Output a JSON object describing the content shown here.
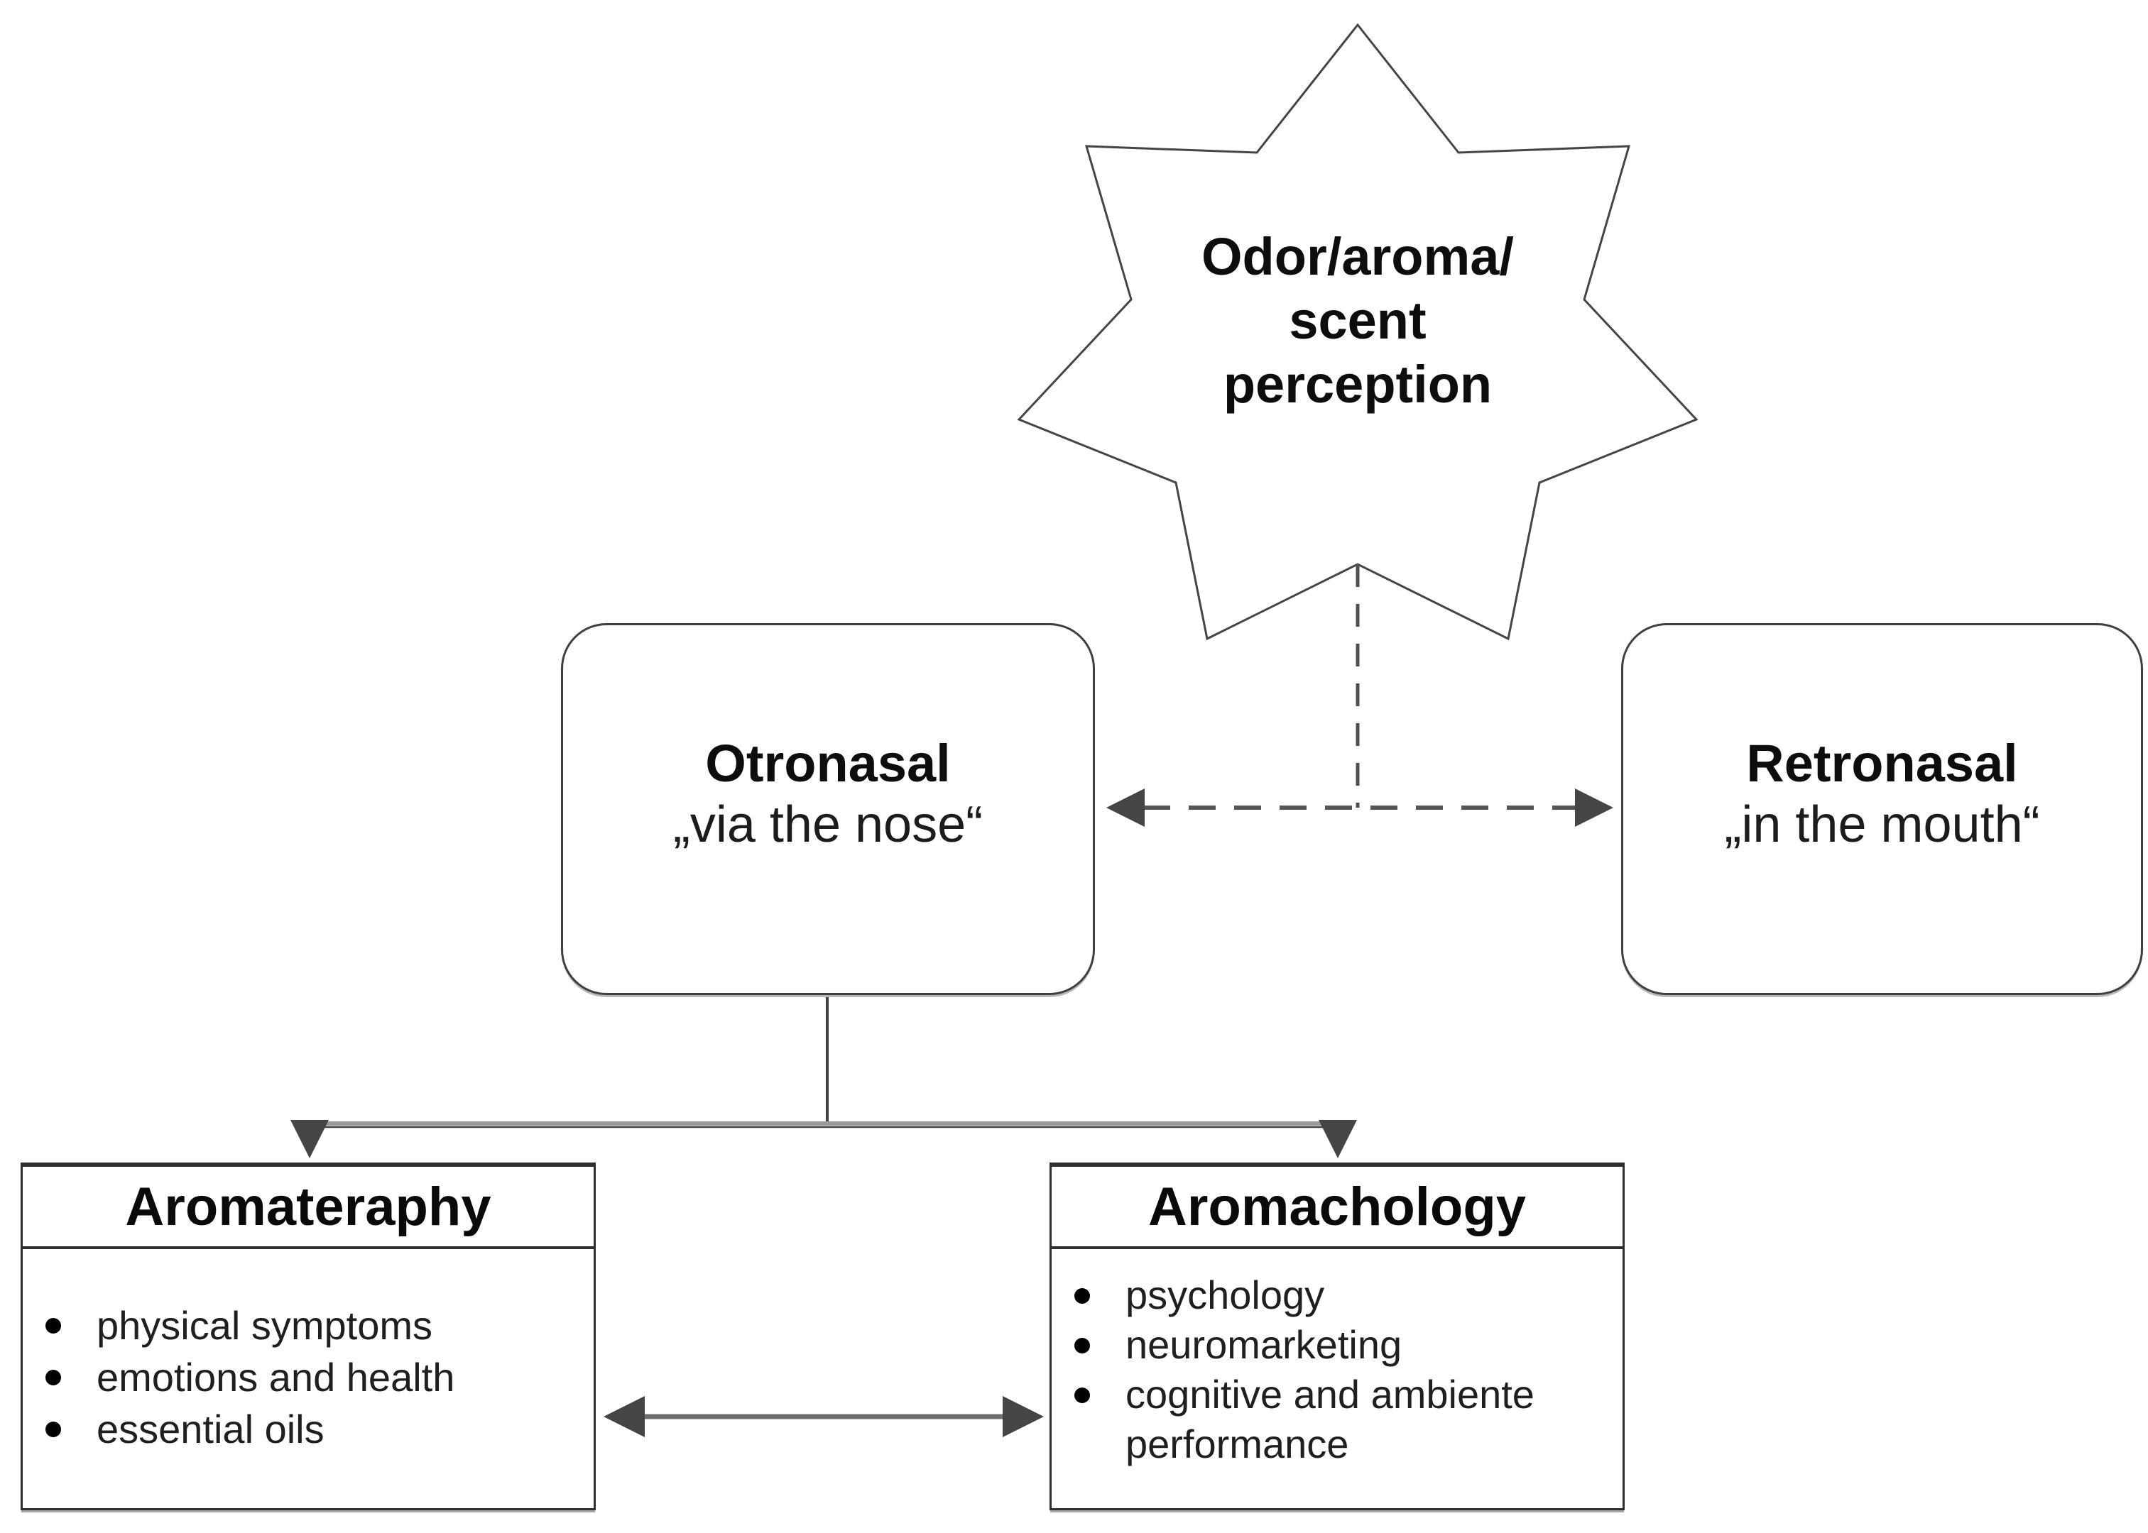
{
  "star": {
    "lines": [
      "Odor/aroma/",
      "scent",
      "perception"
    ]
  },
  "otronasal": {
    "title": "Otronasal",
    "subtitle": "„via the nose“"
  },
  "retronasal": {
    "title": "Retronasal",
    "subtitle": "„in the mouth“"
  },
  "aromatherapy": {
    "title": "Aromateraphy",
    "bullets": [
      "physical symptoms",
      "emotions and health",
      "essential oils"
    ]
  },
  "aromachology": {
    "title": "Aromachology",
    "bullets": [
      "psychology",
      "neuromarketing",
      "cognitive and ambiente performance"
    ]
  },
  "colors": {
    "line": "#595959",
    "arrow": "#454545",
    "border": "#3f3f3f",
    "text": "#111111"
  }
}
